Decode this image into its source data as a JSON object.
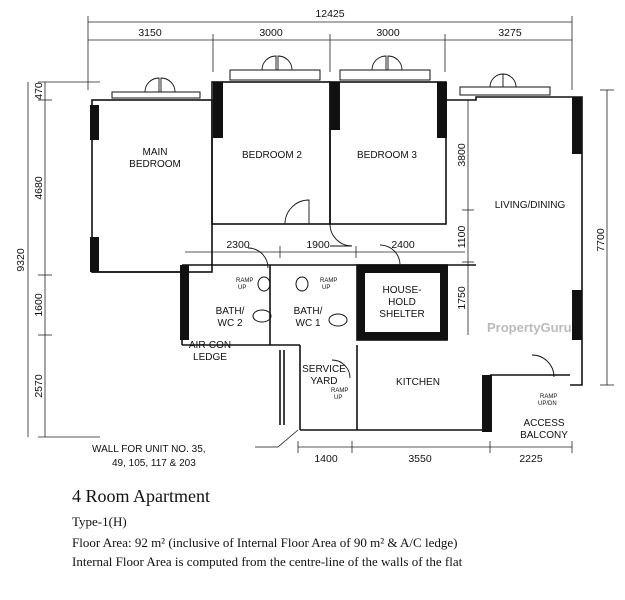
{
  "dimensions": {
    "overall_width": "12425",
    "top": [
      "3150",
      "3000",
      "3000",
      "3275"
    ],
    "left": [
      "470",
      "4680",
      "1600",
      "2570"
    ],
    "left_total": "9320",
    "right_upper": "3800",
    "right_mid_1": "1100",
    "right_mid_2": "1750",
    "right_total": "7700",
    "middle": [
      "2300",
      "1900",
      "2400"
    ],
    "bottom": [
      "1400",
      "3550",
      "2225"
    ]
  },
  "rooms": {
    "main_bedroom": [
      "MAIN",
      "BEDROOM"
    ],
    "bedroom2": "BEDROOM 2",
    "bedroom3": "BEDROOM 3",
    "living": "LIVING/DINING",
    "bath2": [
      "BATH/",
      "WC 2"
    ],
    "bath1": [
      "BATH/",
      "WC 1"
    ],
    "shelter": [
      "HOUSE-",
      "HOLD",
      "SHELTER"
    ],
    "aircon": [
      "AIR-CON",
      "LEDGE"
    ],
    "service": [
      "SERVICE",
      "YARD"
    ],
    "kitchen": "KITCHEN",
    "balcony": [
      "ACCESS",
      "BALCONY"
    ]
  },
  "small_labels": {
    "ramp_up": [
      "RAMP",
      "UP"
    ],
    "ramp_up_dn": [
      "RAMP",
      "UP/DN"
    ]
  },
  "wall_note": [
    "WALL FOR UNIT NO. 35,",
    "49, 105, 117 & 203"
  ],
  "caption": {
    "title": "4 Room Apartment",
    "type": "Type-1(H)",
    "floor_area": "Floor Area: 92 m² (inclusive of Internal Floor Area of 90 m² & A/C ledge)",
    "note": "Internal Floor Area is computed from the centre-line of the walls of the flat"
  },
  "watermark": "PropertyGuru"
}
